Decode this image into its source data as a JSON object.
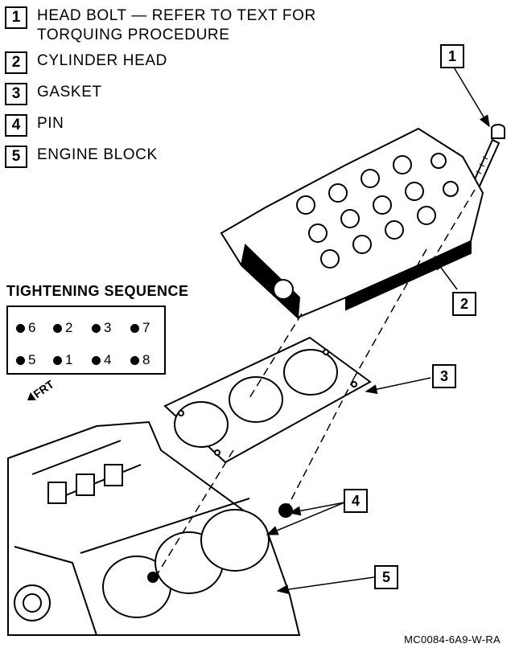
{
  "legend": [
    {
      "num": "1",
      "text": "HEAD BOLT — REFER TO TEXT FOR\nTORQUING PROCEDURE"
    },
    {
      "num": "2",
      "text": "CYLINDER HEAD"
    },
    {
      "num": "3",
      "text": "GASKET"
    },
    {
      "num": "4",
      "text": "PIN"
    },
    {
      "num": "5",
      "text": "ENGINE BLOCK"
    }
  ],
  "callouts": [
    "1",
    "2",
    "3",
    "4",
    "5"
  ],
  "tightening": {
    "title": "TIGHTENING SEQUENCE",
    "top_row": [
      "6",
      "2",
      "3",
      "7"
    ],
    "bottom_row": [
      "5",
      "1",
      "4",
      "8"
    ]
  },
  "direction_label": "FRT",
  "figure_code": "MC0084-6A9-W-RA"
}
